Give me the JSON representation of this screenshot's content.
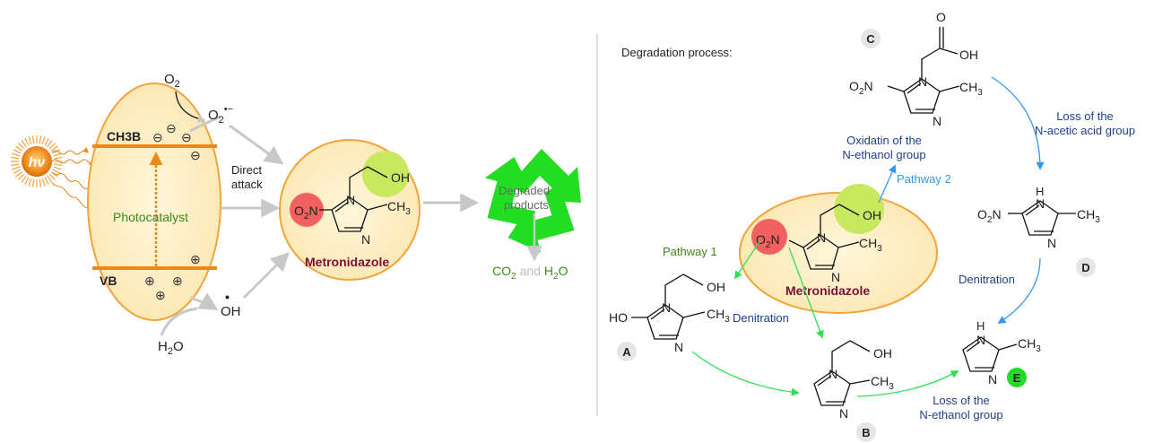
{
  "colors": {
    "catalyst_fill": "#fcecc0",
    "catalyst_stroke": "#f2a33a",
    "band": "#e8891a",
    "nitro_highlight": "#f26060",
    "ethanol_highlight": "#c8e860",
    "recycle_green": "#22dd22",
    "arrow_gray": "#c8c8c8",
    "pathway1_green": "#33dd55",
    "pathway2_blue": "#3399ee",
    "text_blue": "#1f3f8a",
    "text_green": "#3a8a1a",
    "text_maroon": "#7a1038"
  },
  "icons": [
    "sun-icon",
    "recycle-icon"
  ],
  "left": {
    "hv": "hν",
    "o2_base": "O",
    "o2_sub": "2",
    "superoxide_base": "O",
    "superoxide_sub": "2",
    "superoxide_sup": "•−",
    "cb_label": "CH3B",
    "vb_label": "VB",
    "photocatalyst": "Photocatalyst",
    "direct": "Direct",
    "attack": "attack",
    "oh_dot": "•",
    "oh_radical": "OH",
    "h2o_base": "H",
    "h2o_sub": "2",
    "h2o_end": "O",
    "electron": "⊖",
    "hole": "⊕",
    "molecule": {
      "oh": "OH",
      "no2_base": "O",
      "no2_sub": "2",
      "no2_end": "N",
      "n": "N",
      "ch3_base": "CH",
      "ch3_sub": "3",
      "name": "Metronidazole"
    },
    "degraded_1": "Degraded",
    "degraded_2": "products",
    "co2_base": "CO",
    "co2_sub": "2",
    "and": "and",
    "h2o_prod_base": "H",
    "h2o_prod_sub": "2",
    "h2o_prod_end": "O"
  },
  "right": {
    "title": "Degradation process:",
    "labels": {
      "A": "A",
      "B": "B",
      "C": "C",
      "D": "D",
      "E": "E"
    },
    "pathway1": "Pathway 1",
    "pathway2": "Pathway 2",
    "oxidation_1": "Oxidatin of the",
    "oxidation_2": "N-ethanol group",
    "loss_acetic_1": "Loss of the",
    "loss_acetic_2": "N-acetic acid group",
    "denitration": "Denitration",
    "loss_ethanol_1": "Loss of the",
    "loss_ethanol_2": "N-ethanol group",
    "ho": "HO",
    "o": "O",
    "h": "H",
    "metronidazole": "Metronidazole"
  }
}
